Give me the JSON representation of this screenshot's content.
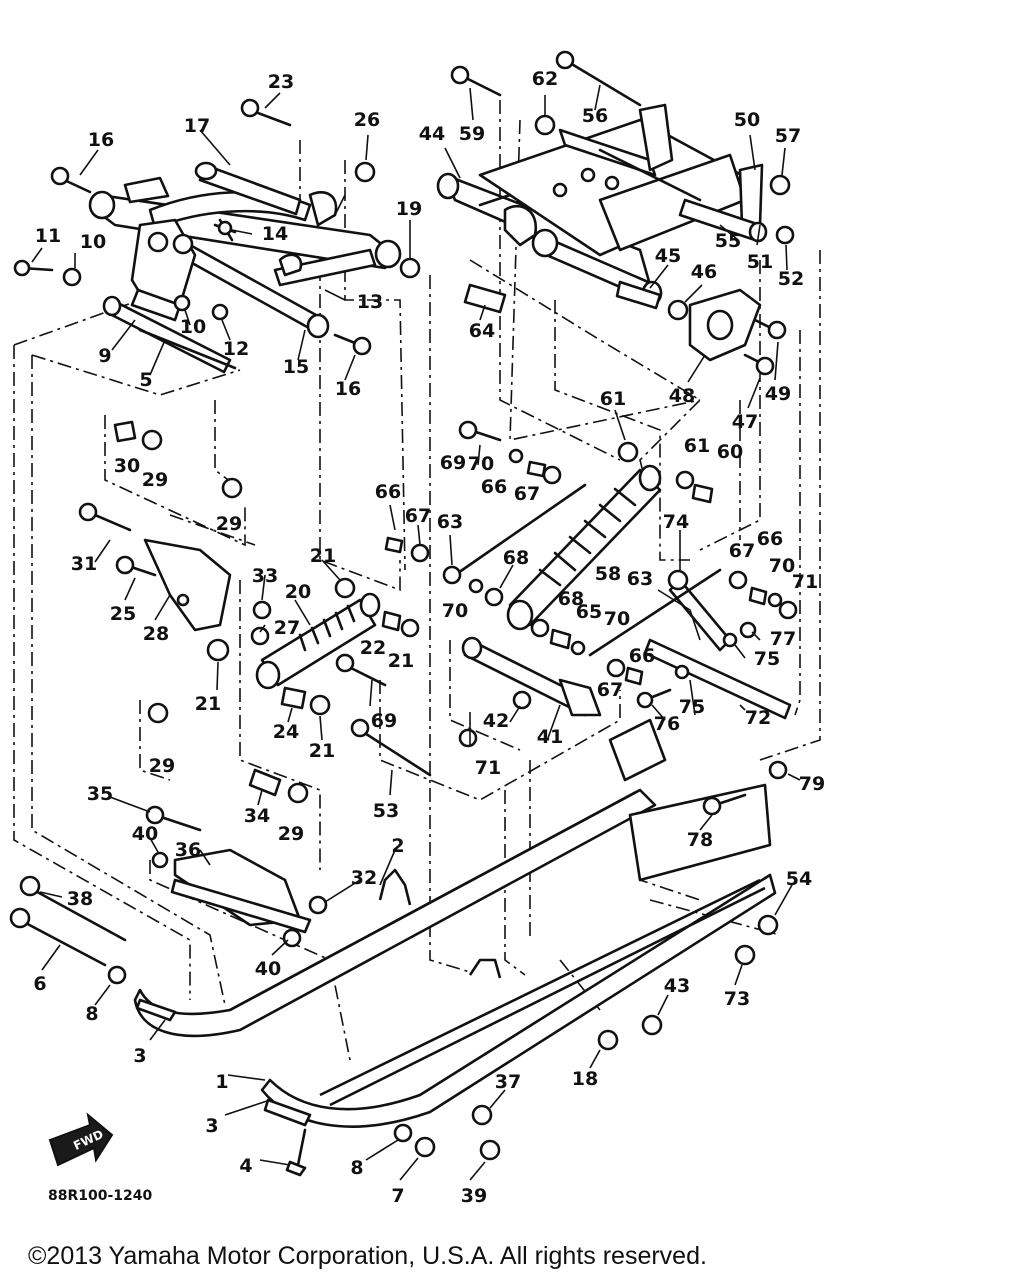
{
  "diagram": {
    "code": "88R100-1240",
    "copyright": "©2013 Yamaha Motor Corporation, U.S.A. All rights reserved.",
    "fwd_label": "FWD",
    "callouts": [
      {
        "id": "1",
        "label": "1"
      },
      {
        "id": "2",
        "label": "2"
      },
      {
        "id": "3a",
        "label": "3"
      },
      {
        "id": "3b",
        "label": "3"
      },
      {
        "id": "4",
        "label": "4"
      },
      {
        "id": "5",
        "label": "5"
      },
      {
        "id": "6",
        "label": "6"
      },
      {
        "id": "7",
        "label": "7"
      },
      {
        "id": "8a",
        "label": "8"
      },
      {
        "id": "8b",
        "label": "8"
      },
      {
        "id": "9",
        "label": "9"
      },
      {
        "id": "10a",
        "label": "10"
      },
      {
        "id": "10b",
        "label": "10"
      },
      {
        "id": "11",
        "label": "11"
      },
      {
        "id": "12",
        "label": "12"
      },
      {
        "id": "13",
        "label": "13"
      },
      {
        "id": "14",
        "label": "14"
      },
      {
        "id": "15",
        "label": "15"
      },
      {
        "id": "16a",
        "label": "16"
      },
      {
        "id": "16b",
        "label": "16"
      },
      {
        "id": "17",
        "label": "17"
      },
      {
        "id": "18",
        "label": "18"
      },
      {
        "id": "19",
        "label": "19"
      },
      {
        "id": "20",
        "label": "20"
      },
      {
        "id": "21a",
        "label": "21"
      },
      {
        "id": "21b",
        "label": "21"
      },
      {
        "id": "21c",
        "label": "21"
      },
      {
        "id": "21d",
        "label": "21"
      },
      {
        "id": "22",
        "label": "22"
      },
      {
        "id": "23",
        "label": "23"
      },
      {
        "id": "24",
        "label": "24"
      },
      {
        "id": "25",
        "label": "25"
      },
      {
        "id": "26",
        "label": "26"
      },
      {
        "id": "27",
        "label": "27"
      },
      {
        "id": "28",
        "label": "28"
      },
      {
        "id": "29a",
        "label": "29"
      },
      {
        "id": "29b",
        "label": "29"
      },
      {
        "id": "29c",
        "label": "29"
      },
      {
        "id": "29d",
        "label": "29"
      },
      {
        "id": "30",
        "label": "30"
      },
      {
        "id": "31",
        "label": "31"
      },
      {
        "id": "32",
        "label": "32"
      },
      {
        "id": "33",
        "label": "33"
      },
      {
        "id": "34",
        "label": "34"
      },
      {
        "id": "35",
        "label": "35"
      },
      {
        "id": "36",
        "label": "36"
      },
      {
        "id": "37",
        "label": "37"
      },
      {
        "id": "38",
        "label": "38"
      },
      {
        "id": "39",
        "label": "39"
      },
      {
        "id": "40a",
        "label": "40"
      },
      {
        "id": "40b",
        "label": "40"
      },
      {
        "id": "41",
        "label": "41"
      },
      {
        "id": "42",
        "label": "42"
      },
      {
        "id": "43",
        "label": "43"
      },
      {
        "id": "44",
        "label": "44"
      },
      {
        "id": "45",
        "label": "45"
      },
      {
        "id": "46",
        "label": "46"
      },
      {
        "id": "47",
        "label": "47"
      },
      {
        "id": "48",
        "label": "48"
      },
      {
        "id": "49",
        "label": "49"
      },
      {
        "id": "50",
        "label": "50"
      },
      {
        "id": "51",
        "label": "51"
      },
      {
        "id": "52",
        "label": "52"
      },
      {
        "id": "53",
        "label": "53"
      },
      {
        "id": "54",
        "label": "54"
      },
      {
        "id": "55",
        "label": "55"
      },
      {
        "id": "56",
        "label": "56"
      },
      {
        "id": "57",
        "label": "57"
      },
      {
        "id": "58",
        "label": "58"
      },
      {
        "id": "59",
        "label": "59"
      },
      {
        "id": "60",
        "label": "60"
      },
      {
        "id": "61a",
        "label": "61"
      },
      {
        "id": "61b",
        "label": "61"
      },
      {
        "id": "62",
        "label": "62"
      },
      {
        "id": "63a",
        "label": "63"
      },
      {
        "id": "63b",
        "label": "63"
      },
      {
        "id": "64",
        "label": "64"
      },
      {
        "id": "65",
        "label": "65"
      },
      {
        "id": "66a",
        "label": "66"
      },
      {
        "id": "66b",
        "label": "66"
      },
      {
        "id": "66c",
        "label": "66"
      },
      {
        "id": "66d",
        "label": "66"
      },
      {
        "id": "67a",
        "label": "67"
      },
      {
        "id": "67b",
        "label": "67"
      },
      {
        "id": "67c",
        "label": "67"
      },
      {
        "id": "67d",
        "label": "67"
      },
      {
        "id": "68a",
        "label": "68"
      },
      {
        "id": "68b",
        "label": "68"
      },
      {
        "id": "69a",
        "label": "69"
      },
      {
        "id": "69b",
        "label": "69"
      },
      {
        "id": "70a",
        "label": "70"
      },
      {
        "id": "70b",
        "label": "70"
      },
      {
        "id": "70c",
        "label": "70"
      },
      {
        "id": "70d",
        "label": "70"
      },
      {
        "id": "71a",
        "label": "71"
      },
      {
        "id": "71b",
        "label": "71"
      },
      {
        "id": "72",
        "label": "72"
      },
      {
        "id": "73",
        "label": "73"
      },
      {
        "id": "74",
        "label": "74"
      },
      {
        "id": "75a",
        "label": "75"
      },
      {
        "id": "75b",
        "label": "75"
      },
      {
        "id": "76",
        "label": "76"
      },
      {
        "id": "77",
        "label": "77"
      },
      {
        "id": "78",
        "label": "78"
      },
      {
        "id": "79",
        "label": "79"
      }
    ]
  }
}
